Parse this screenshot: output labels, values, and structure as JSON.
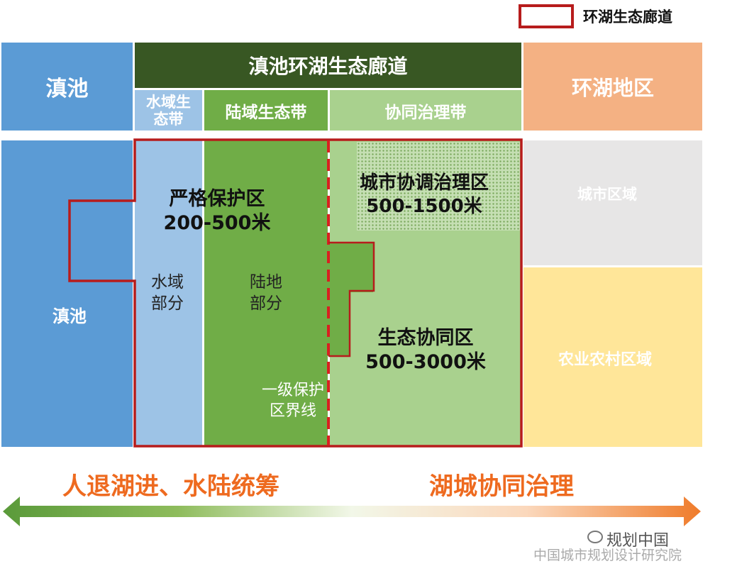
{
  "legend": {
    "label": "环湖生态廊道"
  },
  "header": {
    "dianchi": "滇池",
    "corridor_title": "滇池环湖生态廊道",
    "water_belt": "水域生态带",
    "land_belt": "陆域生态带",
    "coop_belt": "协同治理带",
    "lakeside_area": "环湖地区"
  },
  "zones": {
    "dianchi": "滇池",
    "strict_protection": {
      "name": "严格保护区",
      "range": "200-500米"
    },
    "water_part": "水域部分",
    "land_part": "陆地部分",
    "first_level_line": "一级保护区界线",
    "urban_coord": {
      "name": "城市协调治理区",
      "range": "500-1500米"
    },
    "eco_coop": {
      "name": "生态协同区",
      "range": "500-3000米"
    },
    "urban_area": "城市区域",
    "rural_area": "农业农村区域"
  },
  "slogans": {
    "left": "人退湖进、水陆统筹",
    "right": "湖城协同治理"
  },
  "watermark": {
    "line1": "规划中国",
    "line2": "中国城市规划设计研究院"
  },
  "colors": {
    "lake_blue": "#5b9bd5",
    "water_belt_blue": "#9dc3e6",
    "land_green": "#70ad47",
    "coop_green": "#a9d18e",
    "dark_green": "#385723",
    "orange_area": "#f4b183",
    "urban_gray": "#e7e6e6",
    "rural_yellow": "#ffe699",
    "corridor_red": "#b71c1c",
    "slogan_orange": "#ee6a1f"
  }
}
